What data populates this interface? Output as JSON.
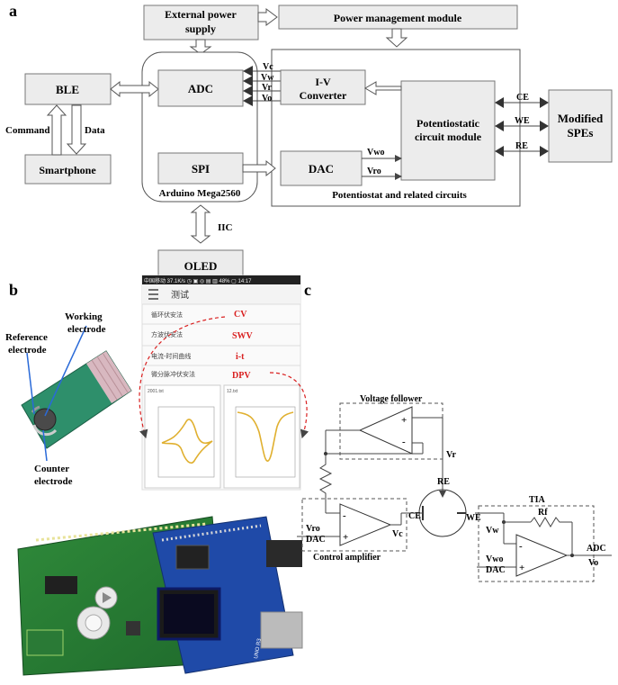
{
  "panels": {
    "a": "a",
    "b": "b",
    "c": "c"
  },
  "block_diagram": {
    "external_power": [
      "External power",
      "supply"
    ],
    "power_mgmt": "Power management module",
    "ble": "BLE",
    "smartphone": "Smartphone",
    "command": "Command",
    "data_label": "Data",
    "adc": "ADC",
    "spi": "SPI",
    "arduino": "Arduino Mega2560",
    "iv": [
      "I-V",
      "Converter"
    ],
    "dac": "DAC",
    "potentiostatic": [
      "Potentiostatic",
      "circuit module"
    ],
    "modified_spes": [
      "Modified",
      "SPEs"
    ],
    "potentiostat_caption": "Potentiostat and related circuits",
    "ce": "CE",
    "we": "WE",
    "re": "RE",
    "vc": "Vc",
    "vw": "Vw",
    "vr": "Vr",
    "vo": "Vo",
    "vwo": "Vwo",
    "vro": "Vro",
    "iic": "IIC",
    "oled": "OLED"
  },
  "electrode": {
    "working": [
      "Working",
      "electrode"
    ],
    "reference": [
      "Reference",
      "electrode"
    ],
    "counter": [
      "Counter",
      "electrode"
    ]
  },
  "phone": {
    "status": "中国移动 37.1K/s ◷ ▣ ◎ ▤ ▥ 48% ▢ 14:17",
    "title": "测试",
    "methods": [
      {
        "label": "循环伏安法",
        "code": "CV"
      },
      {
        "label": "方波伏安法",
        "code": "SWV"
      },
      {
        "label": "电流-时间曲线",
        "code": "i-t"
      },
      {
        "label": "微分脉冲伏安法",
        "code": "DPV"
      }
    ],
    "plot_titles": [
      "2001.txt",
      "12.txt"
    ],
    "colors": {
      "red": "#d92020",
      "curve": "#e0b030"
    }
  },
  "circuit": {
    "voltage_follower": "Voltage follower",
    "vr": "Vr",
    "re": "RE",
    "ce": "CE",
    "we": "WE",
    "vro": "Vro",
    "dac": "DAC",
    "vc": "Vc",
    "control_amp": "Control amplifier",
    "tia": "TIA",
    "rf": "Rf",
    "vw": "Vw",
    "vwo": "Vwo",
    "dac2": "DAC",
    "adc": "ADC",
    "vo": "Vo",
    "plus": "+",
    "minus": "-"
  },
  "pcb": {
    "chip_text": "UNO R3"
  }
}
